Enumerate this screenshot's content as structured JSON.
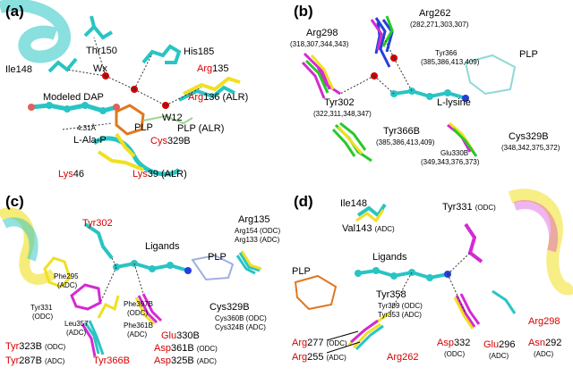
{
  "colors": {
    "cyan": "#29c4c4",
    "yellow": "#f0e020",
    "magenta": "#d42ad4",
    "green": "#28c828",
    "blue": "#2440d8",
    "red": "#d40000",
    "orange": "#e07820"
  },
  "panel_a": {
    "letter": "(a)",
    "thr150": "Thr150",
    "ile148": "Ile148",
    "his185": "His185",
    "wx": "Wx",
    "arg135_red": "Arg",
    "arg135_num": "135",
    "modeled_dap": "Modeled DAP",
    "w12": "W12",
    "arg136_red": "Arg",
    "arg136_rest": "136 (ALR)",
    "dist": "4.31Å",
    "plp": "PLP",
    "plp_alr": "PLP (ALR)",
    "l_ala_p": "L-Ala-P",
    "cys_red": "Cys",
    "cys_rest": "329B",
    "lys46_red": "Lys",
    "lys46_rest": "46",
    "lys39_red": "Lys",
    "lys39_rest": "39 (ALR)"
  },
  "panel_b": {
    "letter": "(b)",
    "arg298": "Arg298",
    "arg298_nums": "(318,307,344,343)",
    "arg262": "Arg262",
    "arg262_nums": "(282,271,303,307)",
    "tyr366_small": "Tyr366",
    "tyr366_small_nums": "(385,386,413,409)",
    "plp": "PLP",
    "l_lysine": "L-lysine",
    "tyr302": "Tyr302",
    "tyr302_nums": "(322,311,348,347)",
    "tyr366b": "Tyr366B",
    "tyr366b_nums": "(385,386,413,409)",
    "glu330b": "Glu330B",
    "glu330b_nums": "(349,343,376,373)",
    "cys329b": "Cys329B",
    "cys329b_nums": "(348,342,375,372)"
  },
  "panel_c": {
    "letter": "(c)",
    "tyr302": "Tyr302",
    "ligands": "Ligands",
    "plp": "PLP",
    "arg135": "Arg135",
    "arg154": "Arg154 (ODC)",
    "arg133": "Arg133 (ADC)",
    "phe295": "Phe295",
    "phe295_sub": "(ADC)",
    "tyr331": "Tyr331",
    "tyr331_sub": "(ODC)",
    "leu357": "Leu357",
    "leu357_sub": "(ADC)",
    "phe397b": "Phe397B",
    "phe397b_sub": "(ODC)",
    "phe361b": "Phe361B",
    "phe361b_sub": "(ADC)",
    "cys329b": "Cys329B",
    "cys360b": "Cys360B (ODC)",
    "cys324b": "Cys324B (ADC)",
    "glu_red": "Glu",
    "glu_rest": "330B",
    "asp361_red": "Asp",
    "asp361_rest": "361B",
    "asp361_sub": "(ODC)",
    "asp325_red": "Asp",
    "asp325_rest": "325B",
    "asp325_sub": "(ADC)",
    "tyr323_red": "Tyr",
    "tyr323_rest": "323B",
    "tyr323_sub": "(ODC)",
    "tyr287_red": "Tyr",
    "tyr287_rest": "287B",
    "tyr287_sub": "(ADC)",
    "tyr366b": "Tyr366B"
  },
  "panel_d": {
    "letter": "(d)",
    "ile148": "Ile148",
    "val143": "Val143",
    "val143_sub": "(ADC)",
    "tyr331": "Tyr331",
    "tyr331_sub": "(ODC)",
    "ligands": "Ligands",
    "plp": "PLP",
    "tyr358": "Tyr358",
    "tyr389": "Tyr389 (ODC)",
    "tyr353": "Tyr353 (ADC)",
    "arg298": "Arg298",
    "arg277_red": "Arg",
    "arg277_rest": "277",
    "arg277_sub": "(ODC)",
    "arg255_red": "Arg",
    "arg255_rest": "255",
    "arg255_sub": "(ADC)",
    "arg262": "Arg262",
    "asp332_red": "Asp",
    "asp332_rest": "332",
    "asp332_sub": "(ODC)",
    "glu296_red": "Glu",
    "glu296_rest": "296",
    "glu296_sub": "(ADC)",
    "asn292_red": "Asn",
    "asn292_rest": "292",
    "asn292_sub": "(ADC)"
  }
}
